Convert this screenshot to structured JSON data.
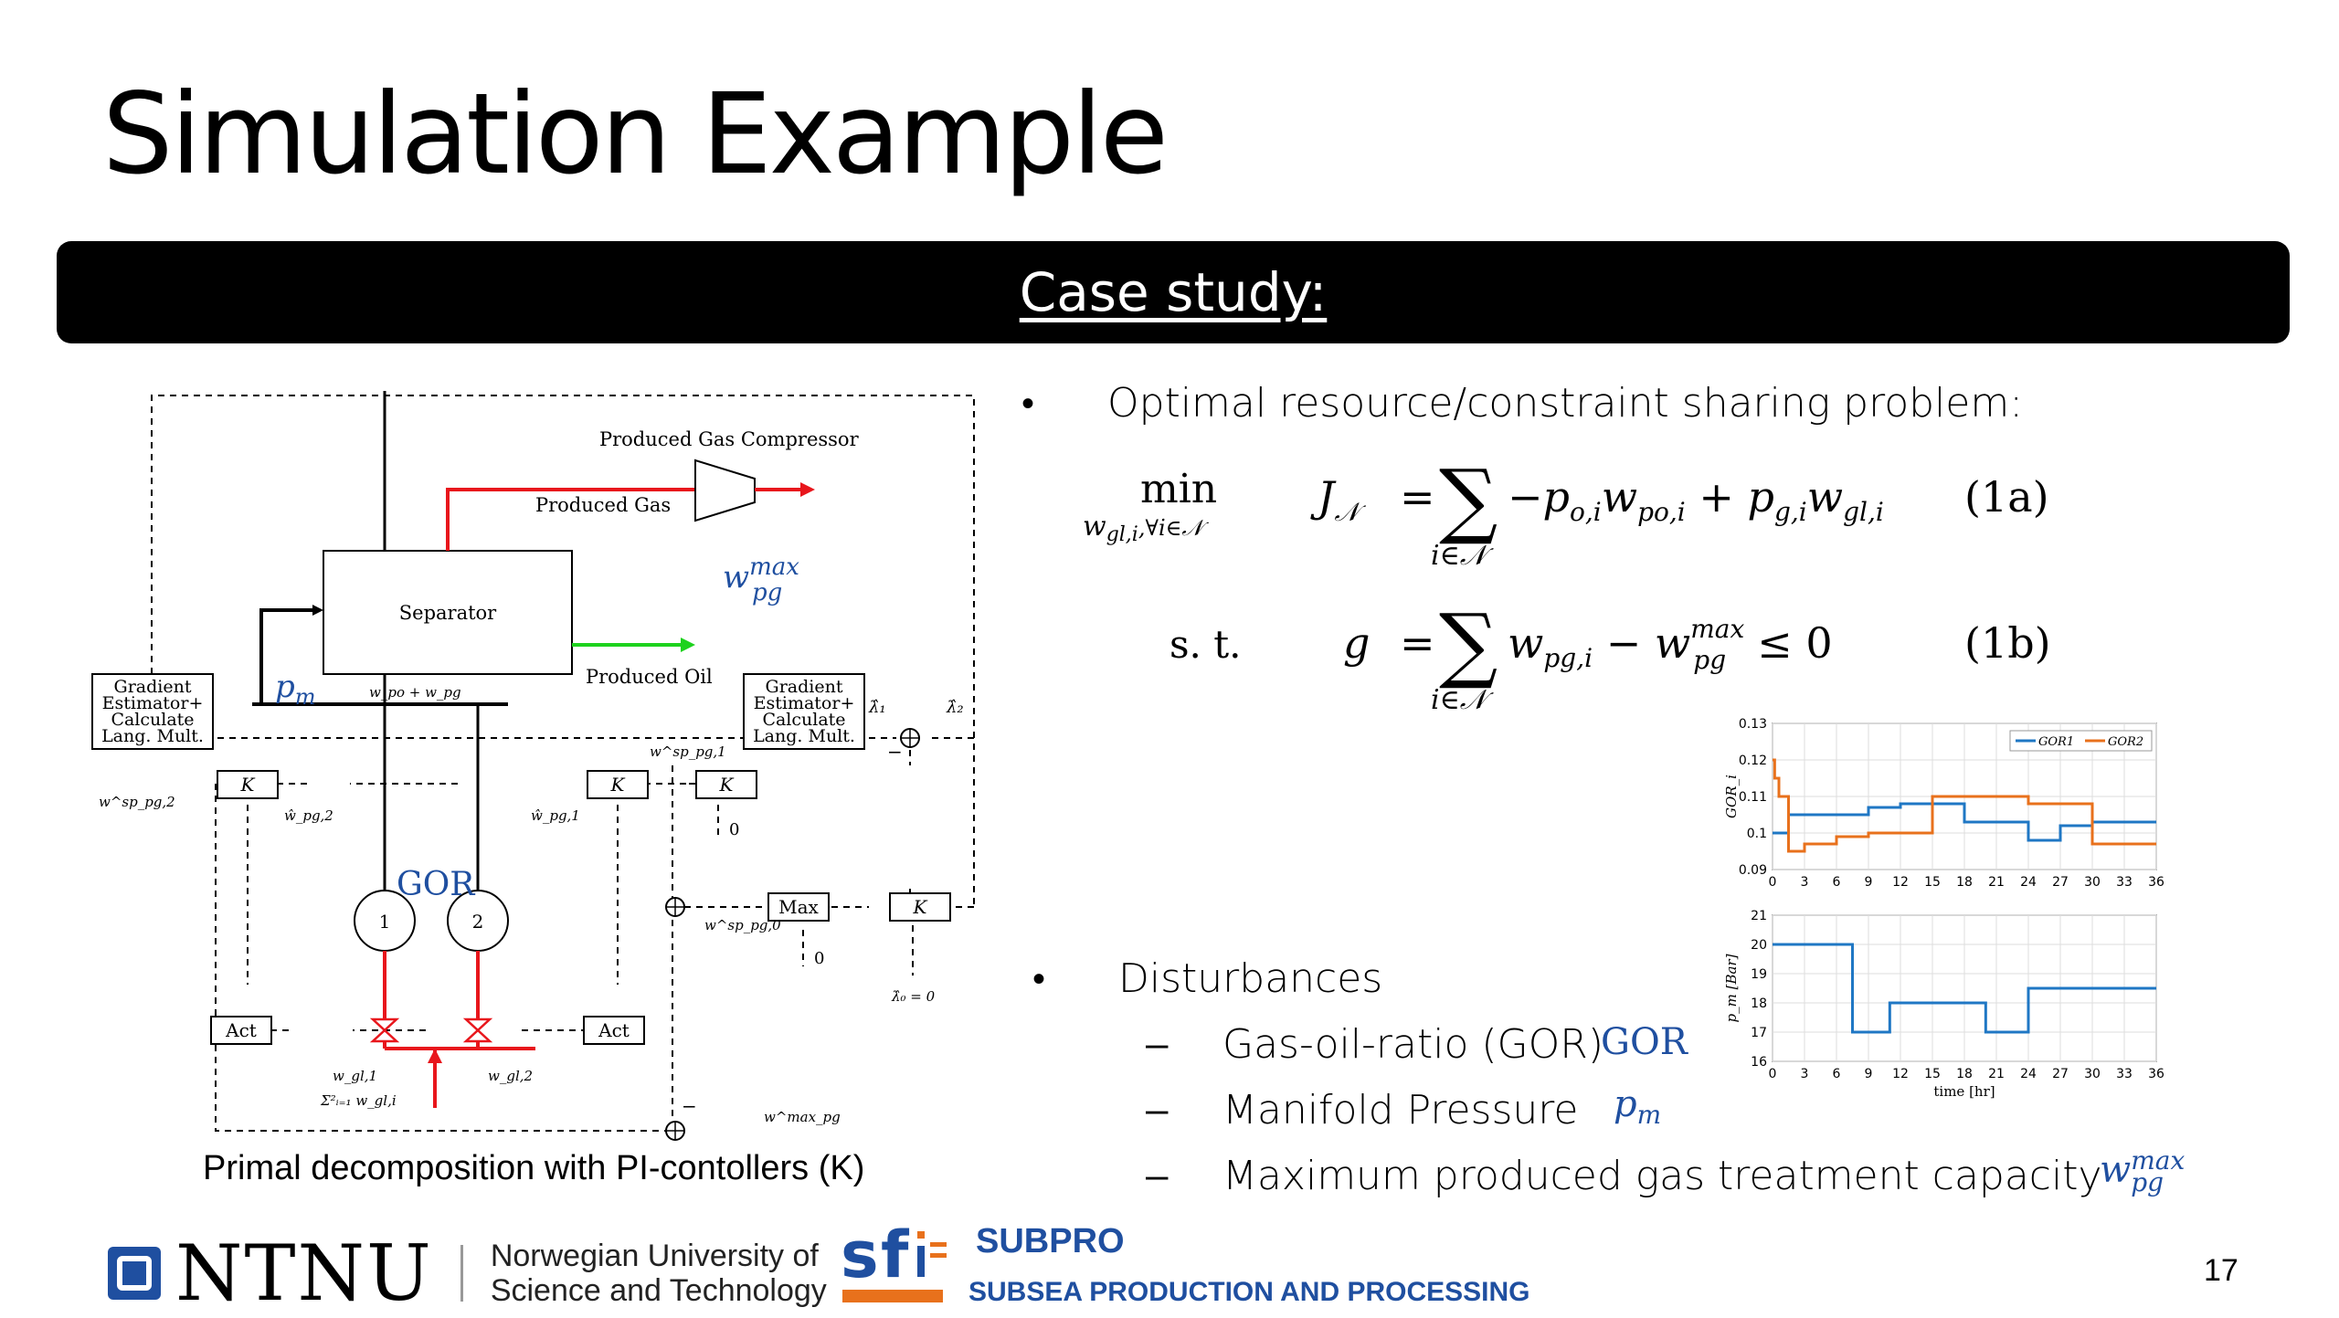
{
  "slide": {
    "title": "Simulation Example",
    "banner": "Case study:",
    "page_number": "17"
  },
  "diagram": {
    "caption": "Primal decomposition with PI-contollers (K)",
    "labels": {
      "compressor": "Produced Gas Compressor",
      "produced_gas": "Produced Gas",
      "separator": "Separator",
      "produced_oil": "Produced Oil",
      "grad_left": [
        "Gradient",
        "Estimator+",
        "Calculate",
        "Lang. Mult."
      ],
      "grad_right": [
        "Gradient",
        "Estimator+",
        "Calculate",
        "Lang. Mult."
      ],
      "pm": "p",
      "pm_sub": "m",
      "flow": "w_po + w_pg",
      "wmax": "w",
      "wmax_sup": "max",
      "wmax_sub": "pg",
      "gor": "GOR",
      "well1": "1",
      "well2": "2",
      "k": "K",
      "max": "Max",
      "act": "Act",
      "zero": "0",
      "lambda0": "λ̂₀ = 0",
      "lambda1": "λ̂₁",
      "lambda2": "λ̂₂",
      "wsp1": "w^sp_pg,1",
      "wsp2": "w^sp_pg,2",
      "wsp0": "w^sp_pg,0",
      "what1": "ŵ_pg,1",
      "what2": "ŵ_pg,2",
      "wgl1": "w_gl,1",
      "wgl2": "w_gl,2",
      "sum": "Σ²ᵢ₌₁ w_gl,i",
      "wmax_bottom": "w^max_pg",
      "minus": "−",
      "colors": {
        "gas": "#e8161c",
        "oil": "#1ed21e",
        "blue": "#1f4fa0"
      }
    }
  },
  "content": {
    "bullet1": "Optimal resource/constraint sharing problem:",
    "eq1": {
      "min": "min",
      "sub": "w",
      "sub2": "gl,i",
      "sub3": ",∀i∈𝒩",
      "lhs": "J",
      "lhs_sub": "𝒩",
      "rhs": "−p",
      "label": "(1a)"
    },
    "eq2": {
      "st": "s. t.",
      "lhs": "g",
      "label": "(1b)"
    },
    "bullet2": "Disturbances",
    "items": [
      {
        "text": "Gas-oil-ratio (GOR)",
        "symbol": "GOR"
      },
      {
        "text": "Manifold Pressure",
        "symbol": "p",
        "symbol_sub": "m"
      },
      {
        "text": "Maximum produced gas treatment capacity",
        "symbol": "w",
        "symbol_sup": "max",
        "symbol_sub": "pg"
      }
    ]
  },
  "chart_data": [
    {
      "type": "line",
      "ylabel": "GOR_i",
      "xlabel": "",
      "xlim": [
        0,
        36
      ],
      "ylim": [
        0.09,
        0.13
      ],
      "xticks": [
        0,
        3,
        6,
        9,
        12,
        15,
        18,
        21,
        24,
        27,
        30,
        33,
        36
      ],
      "yticks": [
        0.09,
        0.1,
        0.11,
        0.12,
        0.13
      ],
      "legend": "top-right",
      "series": [
        {
          "name": "GOR1",
          "color": "#1f77c4",
          "x": [
            0,
            1.5,
            1.5,
            9,
            9,
            12,
            12,
            18,
            18,
            24,
            24,
            27,
            27,
            30,
            30,
            36
          ],
          "y": [
            0.1,
            0.1,
            0.105,
            0.105,
            0.107,
            0.107,
            0.108,
            0.108,
            0.103,
            0.103,
            0.098,
            0.098,
            0.102,
            0.102,
            0.103,
            0.103
          ]
        },
        {
          "name": "GOR2",
          "color": "#e8711c",
          "x": [
            0,
            0.2,
            0.2,
            0.6,
            0.6,
            1.5,
            1.5,
            3,
            3,
            6,
            6,
            9,
            9,
            15,
            15,
            24,
            24,
            30,
            30,
            36
          ],
          "y": [
            0.12,
            0.12,
            0.115,
            0.115,
            0.11,
            0.11,
            0.095,
            0.095,
            0.097,
            0.097,
            0.099,
            0.099,
            0.1,
            0.1,
            0.11,
            0.11,
            0.108,
            0.108,
            0.097,
            0.097
          ]
        }
      ]
    },
    {
      "type": "line",
      "ylabel": "p_m [Bar]",
      "xlabel": "time [hr]",
      "xlim": [
        0,
        36
      ],
      "ylim": [
        16,
        21
      ],
      "xticks": [
        0,
        3,
        6,
        9,
        12,
        15,
        18,
        21,
        24,
        27,
        30,
        33,
        36
      ],
      "yticks": [
        16,
        17,
        18,
        19,
        20,
        21
      ],
      "series": [
        {
          "name": "",
          "color": "#1f77c4",
          "x": [
            0,
            7.5,
            7.5,
            11,
            11,
            20,
            20,
            24,
            24,
            36
          ],
          "y": [
            20,
            20,
            17,
            17,
            18,
            18,
            17,
            17,
            18.5,
            18.5
          ]
        }
      ]
    }
  ]
}
